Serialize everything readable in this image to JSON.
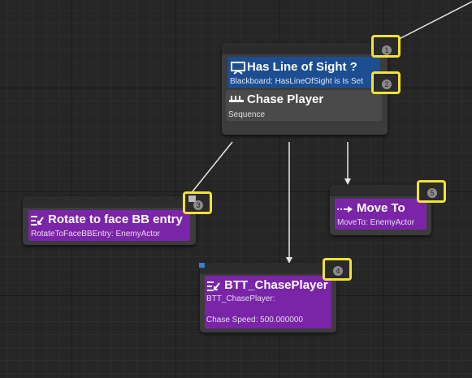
{
  "nodes": {
    "chase_player": {
      "decorator_title": "Has Line of Sight ?",
      "decorator_subtitle": "Blackboard: HasLineOfSight is Is Set",
      "title": "Chase Player",
      "subtitle": "Sequence",
      "decorator_color": "#1d4e92",
      "composite_color": "#4a4a4a"
    },
    "rotate": {
      "title": "Rotate to face BB entry",
      "subtitle": "RotateToFaceBBEntry: EnemyActor"
    },
    "chase_task": {
      "title": "BTT_ChasePlayer",
      "subtitle": "BTT_ChasePlayer:",
      "property": "Chase Speed: 500.000000"
    },
    "move_to": {
      "title": "Move To",
      "subtitle": "MoveTo: EnemyActor"
    }
  },
  "badges": [
    "1",
    "2",
    "3",
    "4",
    "5"
  ],
  "colors": {
    "task": "#7a24a8",
    "highlight": "#f2e233",
    "wire": "#e8e8e8"
  }
}
